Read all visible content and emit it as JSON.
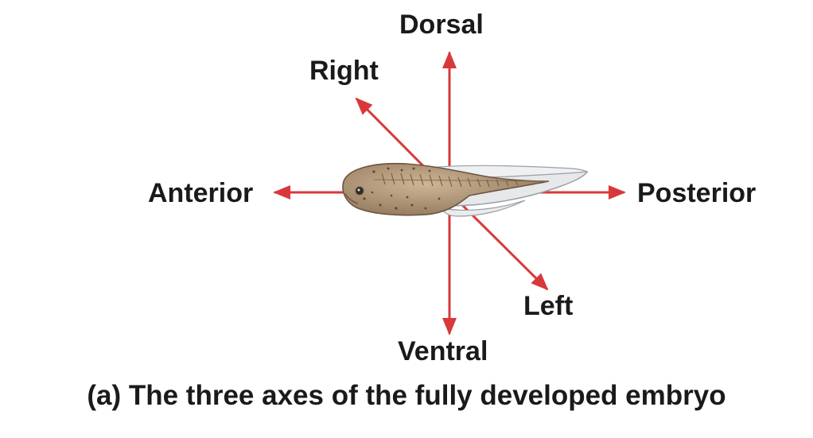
{
  "labels": {
    "dorsal": "Dorsal",
    "ventral": "Ventral",
    "anterior": "Anterior",
    "posterior": "Posterior",
    "right": "Right",
    "left": "Left"
  },
  "caption": "(a) The three axes of the fully developed embryo",
  "colors": {
    "arrow": "#d9383a",
    "embryo_body": "#b59a7a",
    "embryo_fin": "#e6e8ea",
    "text": "#1a1a1a"
  },
  "icons": {
    "specimen": "tadpole-embryo-icon"
  }
}
